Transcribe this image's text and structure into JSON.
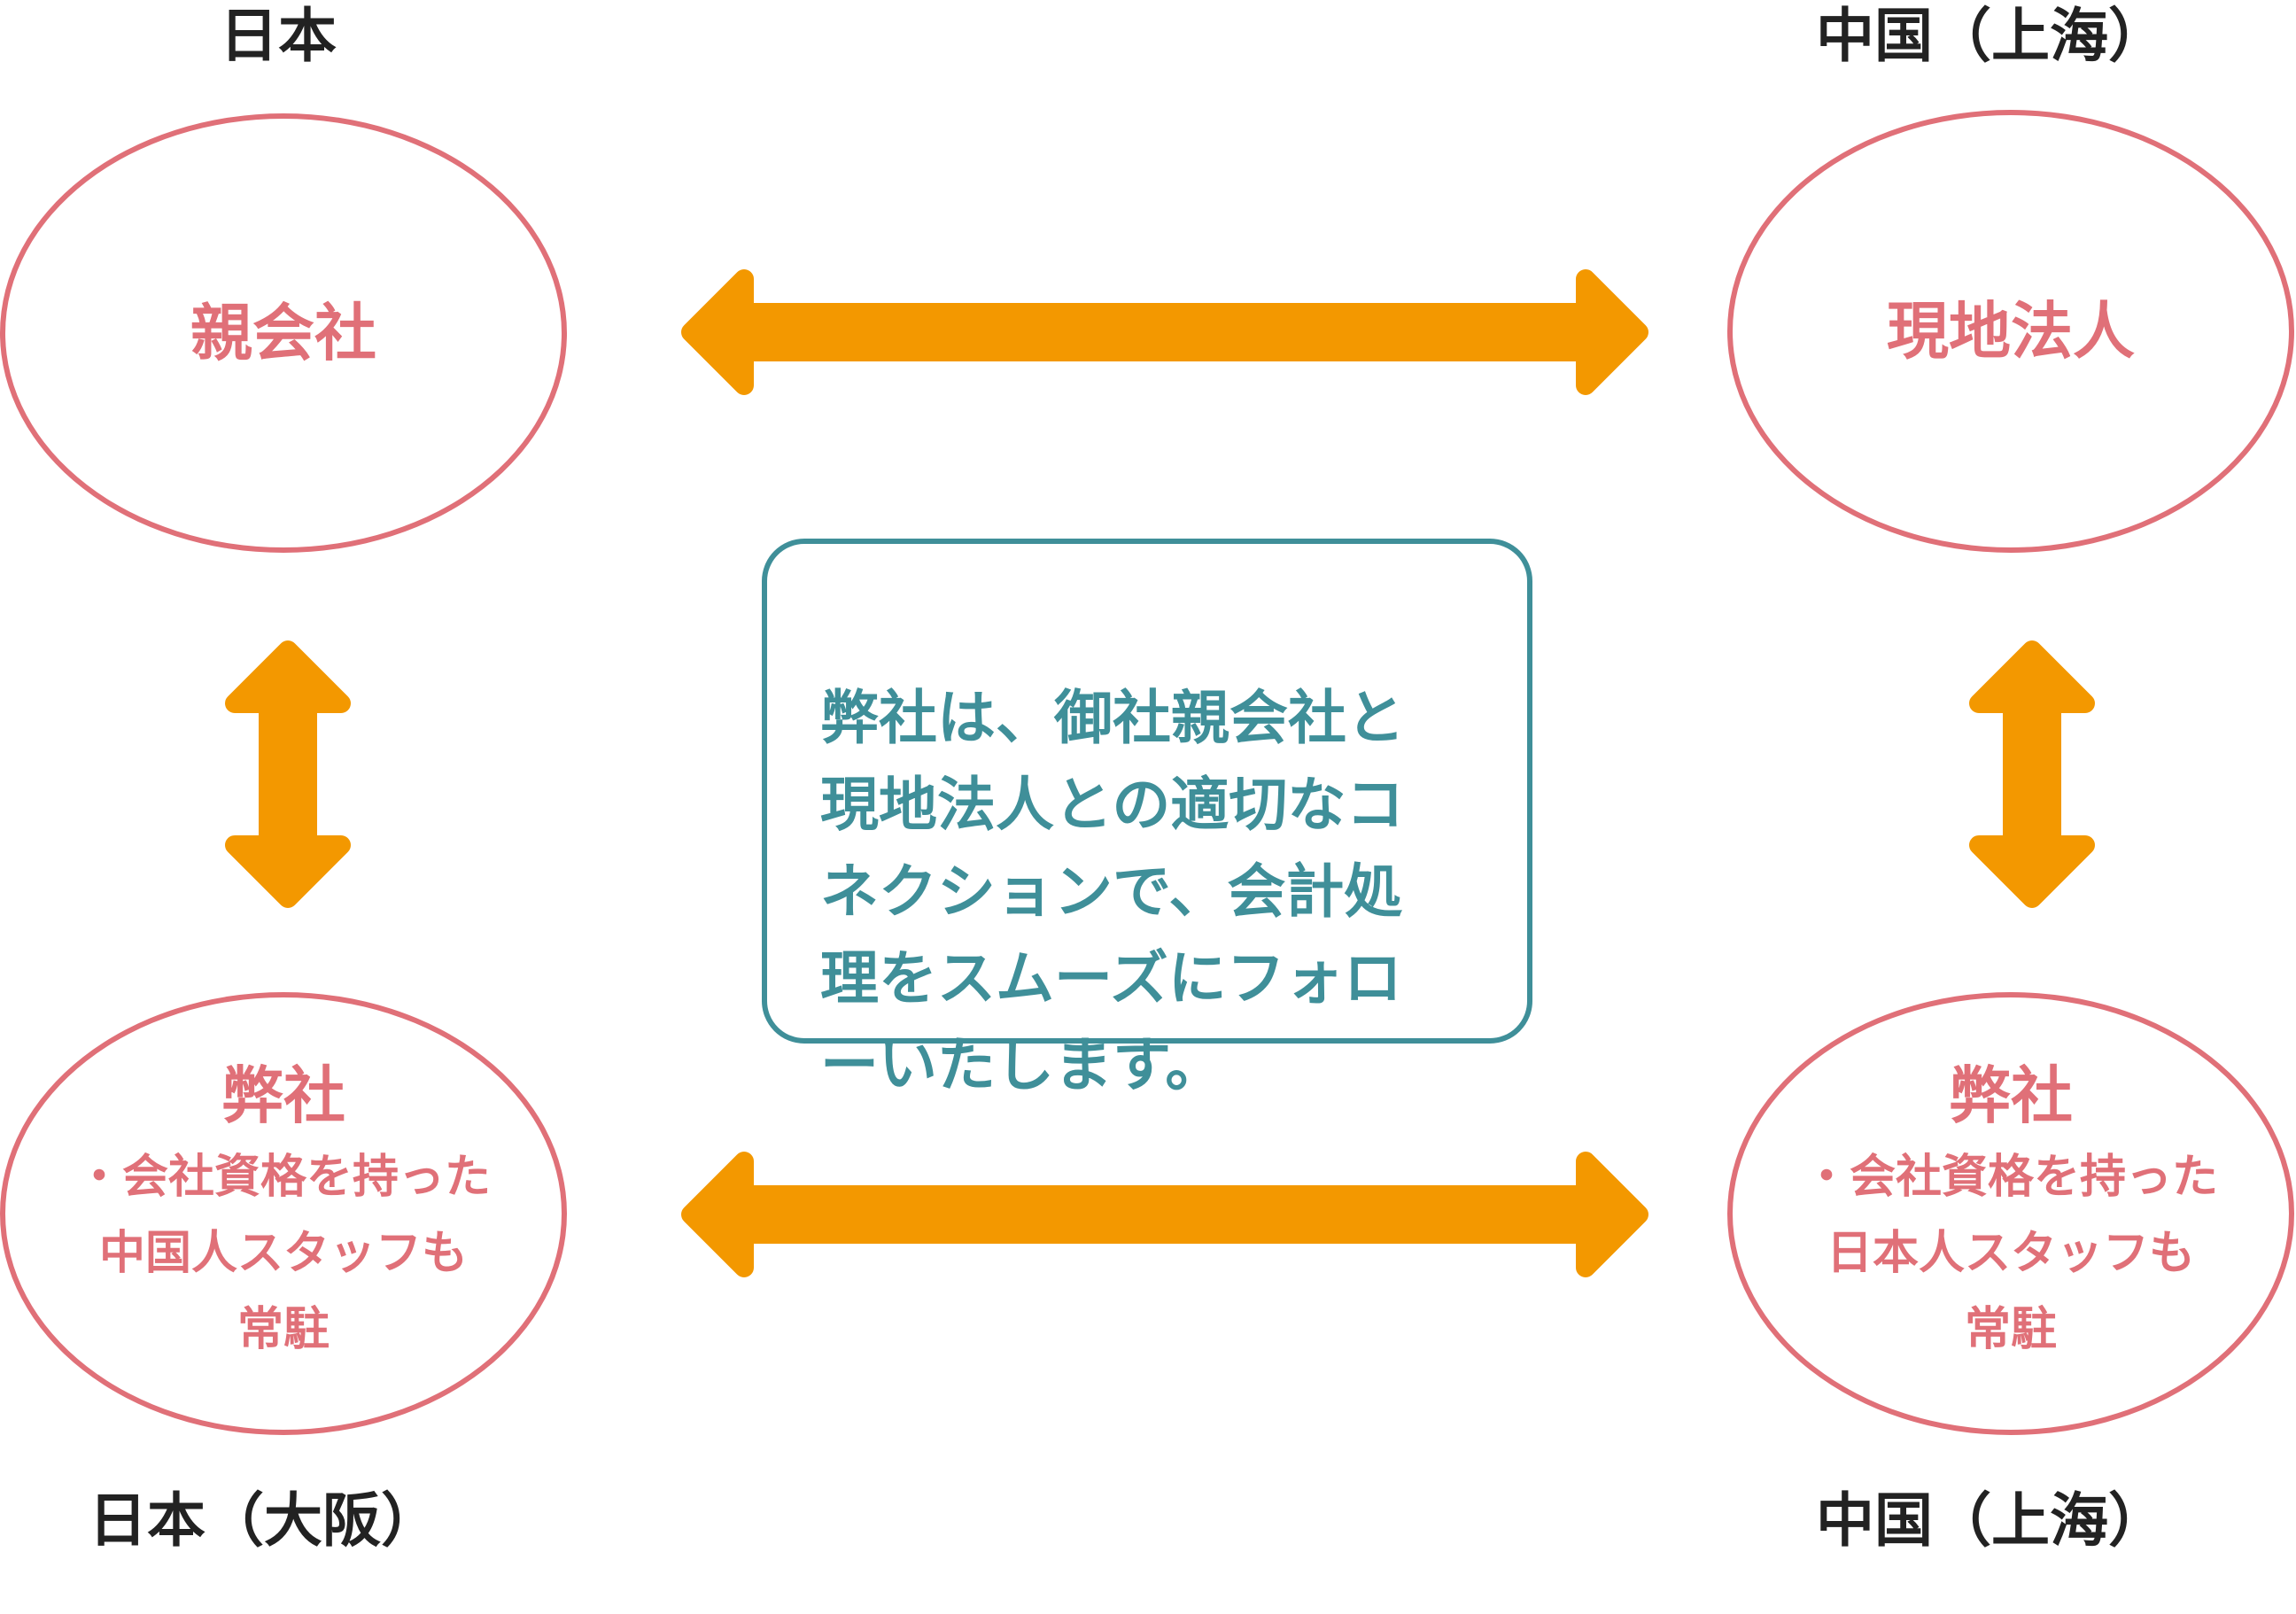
{
  "colors": {
    "ellipse_border": "#e07078",
    "ellipse_text": "#e07078",
    "arrow": "#f39800",
    "box_border": "#3f8f99",
    "box_text": "#3f8f99",
    "region_text": "#222222"
  },
  "labels": {
    "top_left": "日本",
    "top_right": "中国（上海）",
    "bottom_left": "日本（大阪）",
    "bottom_right": "中国（上海）"
  },
  "nodes": {
    "parent_company": {
      "title": "親会社"
    },
    "local_subsidiary": {
      "title": "現地法人"
    },
    "our_company_japan": {
      "title": "弊社",
      "detail": "・会社資格を持った\n中国人スタッフも\n常駐"
    },
    "our_company_china": {
      "title": "弊社",
      "detail": "・会社資格を持った\n日本人スタッフも\n常駐"
    }
  },
  "center_message": "弊社は、御社親会社と\n現地法人との適切なコ\nネクションで、会計処\n理をスムーズにフォロ\nーいたします。"
}
